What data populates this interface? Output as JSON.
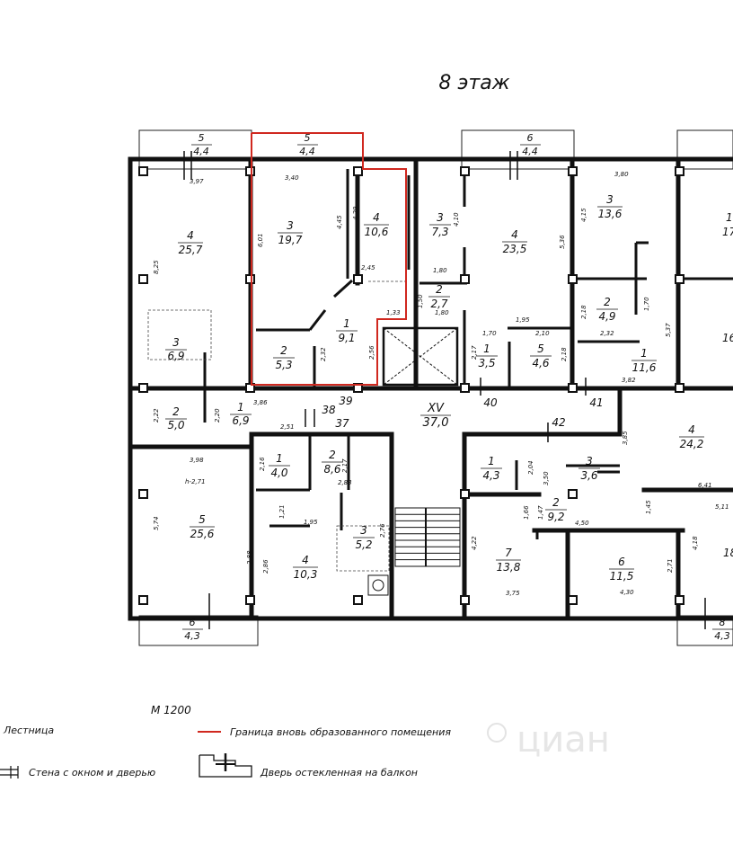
{
  "floor_title": "8 этаж",
  "scale": "М 1200",
  "rooms": [
    {
      "id": "balcony-5-left",
      "no": "5",
      "area": "4,4"
    },
    {
      "id": "balcony-5-mid",
      "no": "5",
      "area": "4,4"
    },
    {
      "id": "balcony-6-top",
      "no": "6",
      "area": "4,4"
    },
    {
      "id": "room-4-left",
      "no": "4",
      "area": "25,7"
    },
    {
      "id": "room-3-left",
      "no": "3",
      "area": "6,9"
    },
    {
      "id": "room-2-left",
      "no": "2",
      "area": "5,0"
    },
    {
      "id": "room-1-left",
      "no": "1",
      "area": "6,9"
    },
    {
      "id": "room-3-red",
      "no": "3",
      "area": "19,7"
    },
    {
      "id": "room-4-red",
      "no": "4",
      "area": "10,6"
    },
    {
      "id": "room-1-red",
      "no": "1",
      "area": "9,1"
    },
    {
      "id": "room-2-red",
      "no": "2",
      "area": "5,3"
    },
    {
      "id": "room-3-c",
      "no": "3",
      "area": "7,3"
    },
    {
      "id": "room-4-c",
      "no": "4",
      "area": "23,5"
    },
    {
      "id": "room-2-c",
      "no": "2",
      "area": "2,7"
    },
    {
      "id": "room-1-c",
      "no": "1",
      "area": "3,5"
    },
    {
      "id": "room-5-c",
      "no": "5",
      "area": "4,6"
    },
    {
      "id": "room-3-r",
      "no": "3",
      "area": "13,6"
    },
    {
      "id": "room-2-r",
      "no": "2",
      "area": "4,9"
    },
    {
      "id": "room-1-r",
      "no": "1",
      "area": "11,6"
    },
    {
      "id": "room-1-fr",
      "no": "1",
      "area": "17"
    },
    {
      "id": "room-4-fr",
      "no": "",
      "area": "16,"
    },
    {
      "id": "corridor-xv",
      "no": "XV",
      "area": "37,0"
    },
    {
      "id": "room-1-bl",
      "no": "1",
      "area": "4,0"
    },
    {
      "id": "room-2-bl",
      "no": "2",
      "area": "8,6"
    },
    {
      "id": "room-5-bl",
      "no": "5",
      "area": "25,6"
    },
    {
      "id": "room-4-bl",
      "no": "4",
      "area": "10,3"
    },
    {
      "id": "room-3-bl",
      "no": "3",
      "area": "5,2"
    },
    {
      "id": "room-1-br",
      "no": "1",
      "area": "4,3"
    },
    {
      "id": "room-3-br",
      "no": "3",
      "area": "3,6"
    },
    {
      "id": "room-2-br",
      "no": "2",
      "area": "9,2"
    },
    {
      "id": "room-7-br",
      "no": "7",
      "area": "13,8"
    },
    {
      "id": "room-6-br",
      "no": "6",
      "area": "11,5"
    },
    {
      "id": "room-4-rr",
      "no": "4",
      "area": "24,2"
    },
    {
      "id": "room-18-rr",
      "no": "",
      "area": "18"
    },
    {
      "id": "balcony-6-bottom",
      "no": "6",
      "area": "4,3"
    },
    {
      "id": "balcony-8-bottom",
      "no": "8",
      "area": "4,3"
    }
  ],
  "space_numbers": [
    "38",
    "37",
    "39",
    "40",
    "41",
    "42"
  ],
  "dimensions": [
    "3,97",
    "3,40",
    "6,01",
    "4,45",
    "4,29",
    "2,45",
    "1,33",
    "2,56",
    "2,32",
    "8,25",
    "3,86",
    "2,22",
    "2,20",
    "2,51",
    "3,98",
    "h-2,71",
    "5,74",
    "2,16",
    "2,17",
    "2,83",
    "1,21",
    "1,95",
    "2,76",
    "2,88",
    "2,86",
    "4,10",
    "1,80",
    "1,50",
    "1,80",
    "1,70",
    "2,17",
    "2,10",
    "1,95",
    "2,18",
    "5,36",
    "3,80",
    "4,15",
    "2,18",
    "1,70",
    "2,32",
    "5,37",
    "3,82",
    "3,85",
    "2,04",
    "3,50",
    "1,66",
    "1,47",
    "4,50",
    "4,22",
    "3,75",
    "4,30",
    "2,71",
    "1,45",
    "6,41",
    "5,11",
    "4,18"
  ],
  "legend": {
    "stairs": "Лестница",
    "wall_window_door": "Стена с окном и дверью",
    "boundary": "Граница вновь образованного помещения",
    "balcony_door": "Дверь остекленная на балкон"
  },
  "watermark": "циан",
  "colors": {
    "wall": "#111111",
    "boundary": "#d0281f",
    "background": "#ffffff"
  }
}
